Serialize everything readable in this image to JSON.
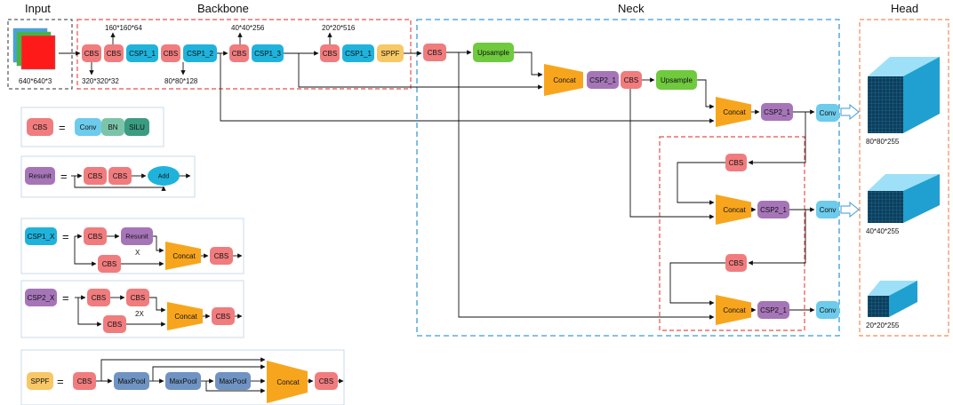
{
  "colors": {
    "cbs": "#f07c7e",
    "csp1": "#1fb3dc",
    "csp2": "#a675b8",
    "sppf": "#f8c766",
    "upsample": "#6fca3e",
    "concat": "#f8a51e",
    "conv": "#6dcbeb",
    "bn": "#7cc4a9",
    "silu": "#3a9c82",
    "maxpool": "#6f93c2",
    "add": "#1fb3dc",
    "backbone_border": "#e8504b",
    "neck_border": "#3c9ad6",
    "head_border": "#f08c5a",
    "legend_border": "#c8dbe8",
    "cube_front": "#0d3e5c",
    "cube_top": "#9ee0f7",
    "cube_side": "#1fa0d0"
  },
  "sections": {
    "input": "Input",
    "backbone": "Backbone",
    "neck": "Neck",
    "head": "Head"
  },
  "input": {
    "size": "640*640*3"
  },
  "backbone": {
    "cbs1": "CBS",
    "cbs2": "CBS",
    "csp1": "CSP1_1",
    "cbs3": "CBS",
    "csp2": "CSP1_2",
    "cbs4": "CBS",
    "csp3": "CSP1_3",
    "cbs5": "CBS",
    "csp4": "CSP1_1",
    "sppf": "SPPF",
    "dim_160": "160*160*64",
    "dim_320": "320*320*32",
    "dim_80": "80*80*128",
    "dim_40": "40*40*256",
    "dim_20": "20*20*516"
  },
  "neck": {
    "cbs_a": "CBS",
    "upsample_1": "Upsample",
    "concat_1": "Concat",
    "csp2_a": "CSP2_1",
    "cbs_b": "CBS",
    "upsample_2": "Upsample",
    "concat_2": "Concat",
    "csp2_b": "CSP2_1",
    "conv_1": "Conv",
    "cbs_c": "CBS",
    "concat_3": "Concat",
    "csp2_c": "CSP2_1",
    "conv_2": "Conv",
    "cbs_d": "CBS",
    "concat_4": "Concat",
    "csp2_d": "CSP2_1",
    "conv_3": "Conv"
  },
  "head": {
    "out_80": "80*80*255",
    "out_40": "40*40*255",
    "out_20": "20*20*255"
  },
  "legend": {
    "cbs": {
      "cbs": "CBS",
      "eq": "=",
      "conv": "Conv",
      "bn": "BN",
      "silu": "SILU"
    },
    "resunit": {
      "name": "Resunit",
      "eq": "=",
      "cbs1": "CBS",
      "cbs2": "CBS",
      "add": "Add"
    },
    "csp1x": {
      "name": "CSP1_X",
      "eq": "=",
      "cbs1": "CBS",
      "resunit": "Resunit",
      "x": "X",
      "cbs2": "CBS",
      "concat": "Concat",
      "cbs3": "CBS"
    },
    "csp2x": {
      "name": "CSP2_X",
      "eq": "=",
      "cbs1": "CBS",
      "cbs2": "CBS",
      "x": "2X",
      "cbs3": "CBS",
      "concat": "Concat",
      "cbs4": "CBS"
    },
    "sppf": {
      "name": "SPPF",
      "eq": "=",
      "cbs1": "CBS",
      "mp1": "MaxPool",
      "mp2": "MaxPool",
      "mp3": "MaxPool",
      "concat": "Concat",
      "cbs2": "CBS"
    }
  }
}
